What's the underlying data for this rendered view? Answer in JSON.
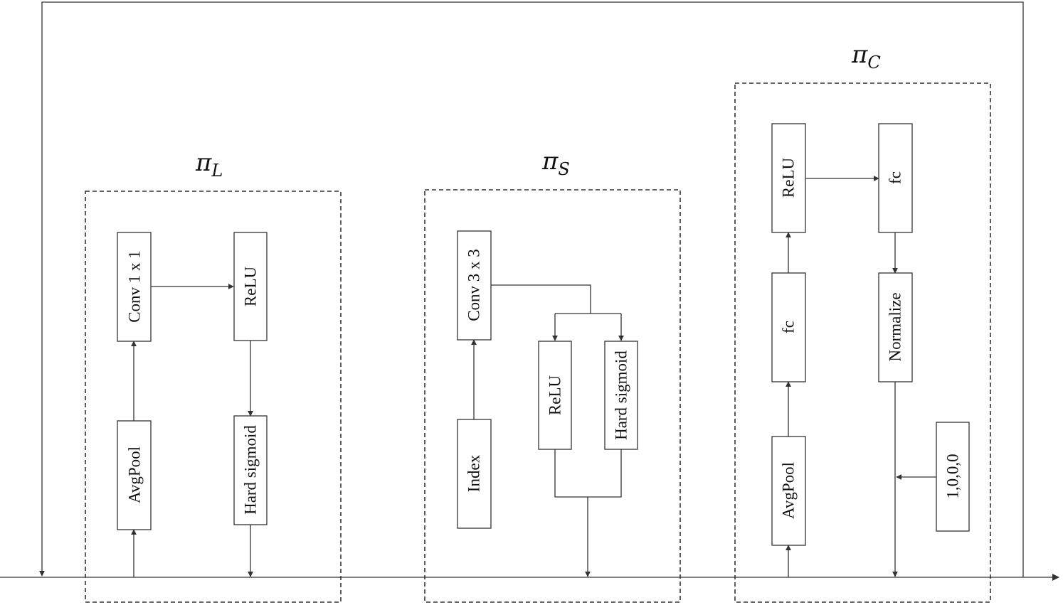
{
  "modules": {
    "pi_l": {
      "title_symbol": "π",
      "title_subscript": "L",
      "blocks": {
        "avgpool": "AvgPool",
        "conv": "Conv 1 x 1",
        "relu": "ReLU",
        "hard_sigmoid": "Hard sigmoid"
      }
    },
    "pi_s": {
      "title_symbol": "π",
      "title_subscript": "S",
      "blocks": {
        "index": "Index",
        "conv": "Conv 3 x 3",
        "relu": "ReLU",
        "hard_sigmoid": "Hard sigmoid"
      }
    },
    "pi_c": {
      "title_symbol": "π",
      "title_subscript": "C",
      "blocks": {
        "avgpool": "AvgPool",
        "fc_left": "fc",
        "relu": "ReLU",
        "fc_right": "fc",
        "normalize": "Normalize",
        "constant": "1,0,0,0"
      }
    }
  }
}
